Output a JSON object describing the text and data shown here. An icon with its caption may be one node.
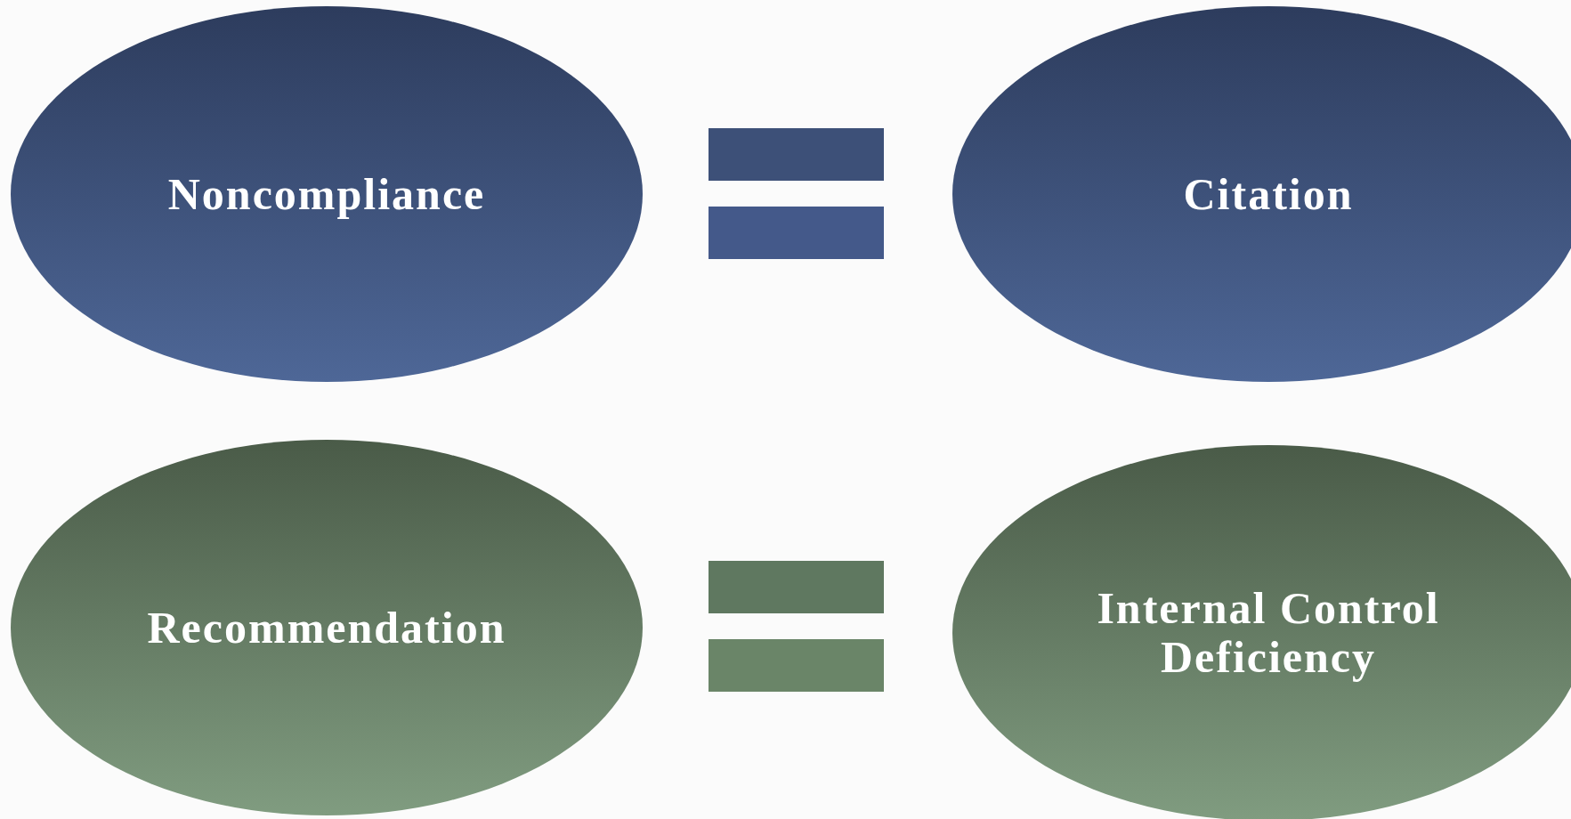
{
  "diagram": {
    "nodes": [
      {
        "text": [
          "Noncompliance"
        ]
      },
      {
        "text": [
          "Citation"
        ]
      },
      {
        "text": [
          "Recommendation"
        ]
      },
      {
        "text": [
          "Internal Control Deficiency"
        ]
      }
    ]
  }
}
